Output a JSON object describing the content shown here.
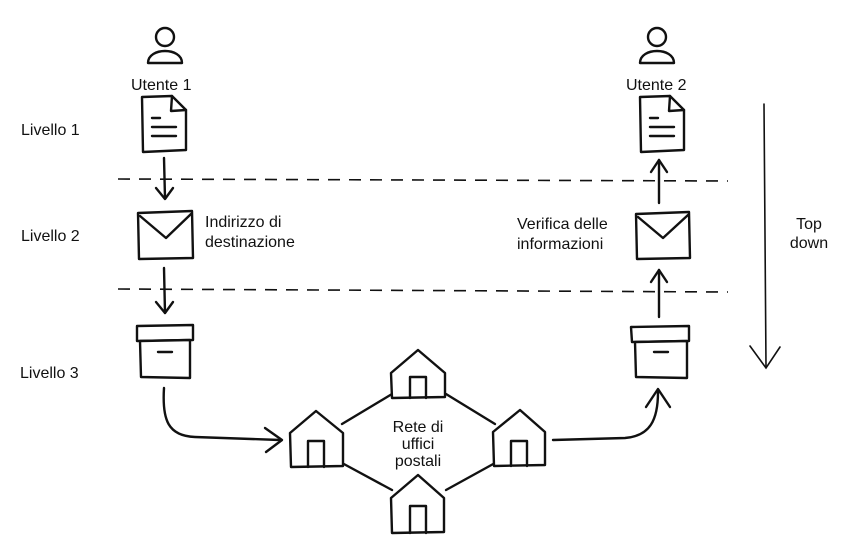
{
  "users": {
    "user1": "Utente 1",
    "user2": "Utente 2"
  },
  "levels": {
    "level1": "Livello 1",
    "level2": "Livello 2",
    "level3": "Livello 3"
  },
  "notes": {
    "left_line1": "Indirizzo di",
    "left_line2": "destinazione",
    "right_line1": "Verifica delle",
    "right_line2": "informazioni"
  },
  "network": {
    "line1": "Rete di",
    "line2": "uffici",
    "line3": "postali"
  },
  "direction": {
    "line1": "Top",
    "line2": "down"
  },
  "icons": [
    "user-icon",
    "document-icon",
    "envelope-icon",
    "box-icon",
    "house-icon"
  ]
}
